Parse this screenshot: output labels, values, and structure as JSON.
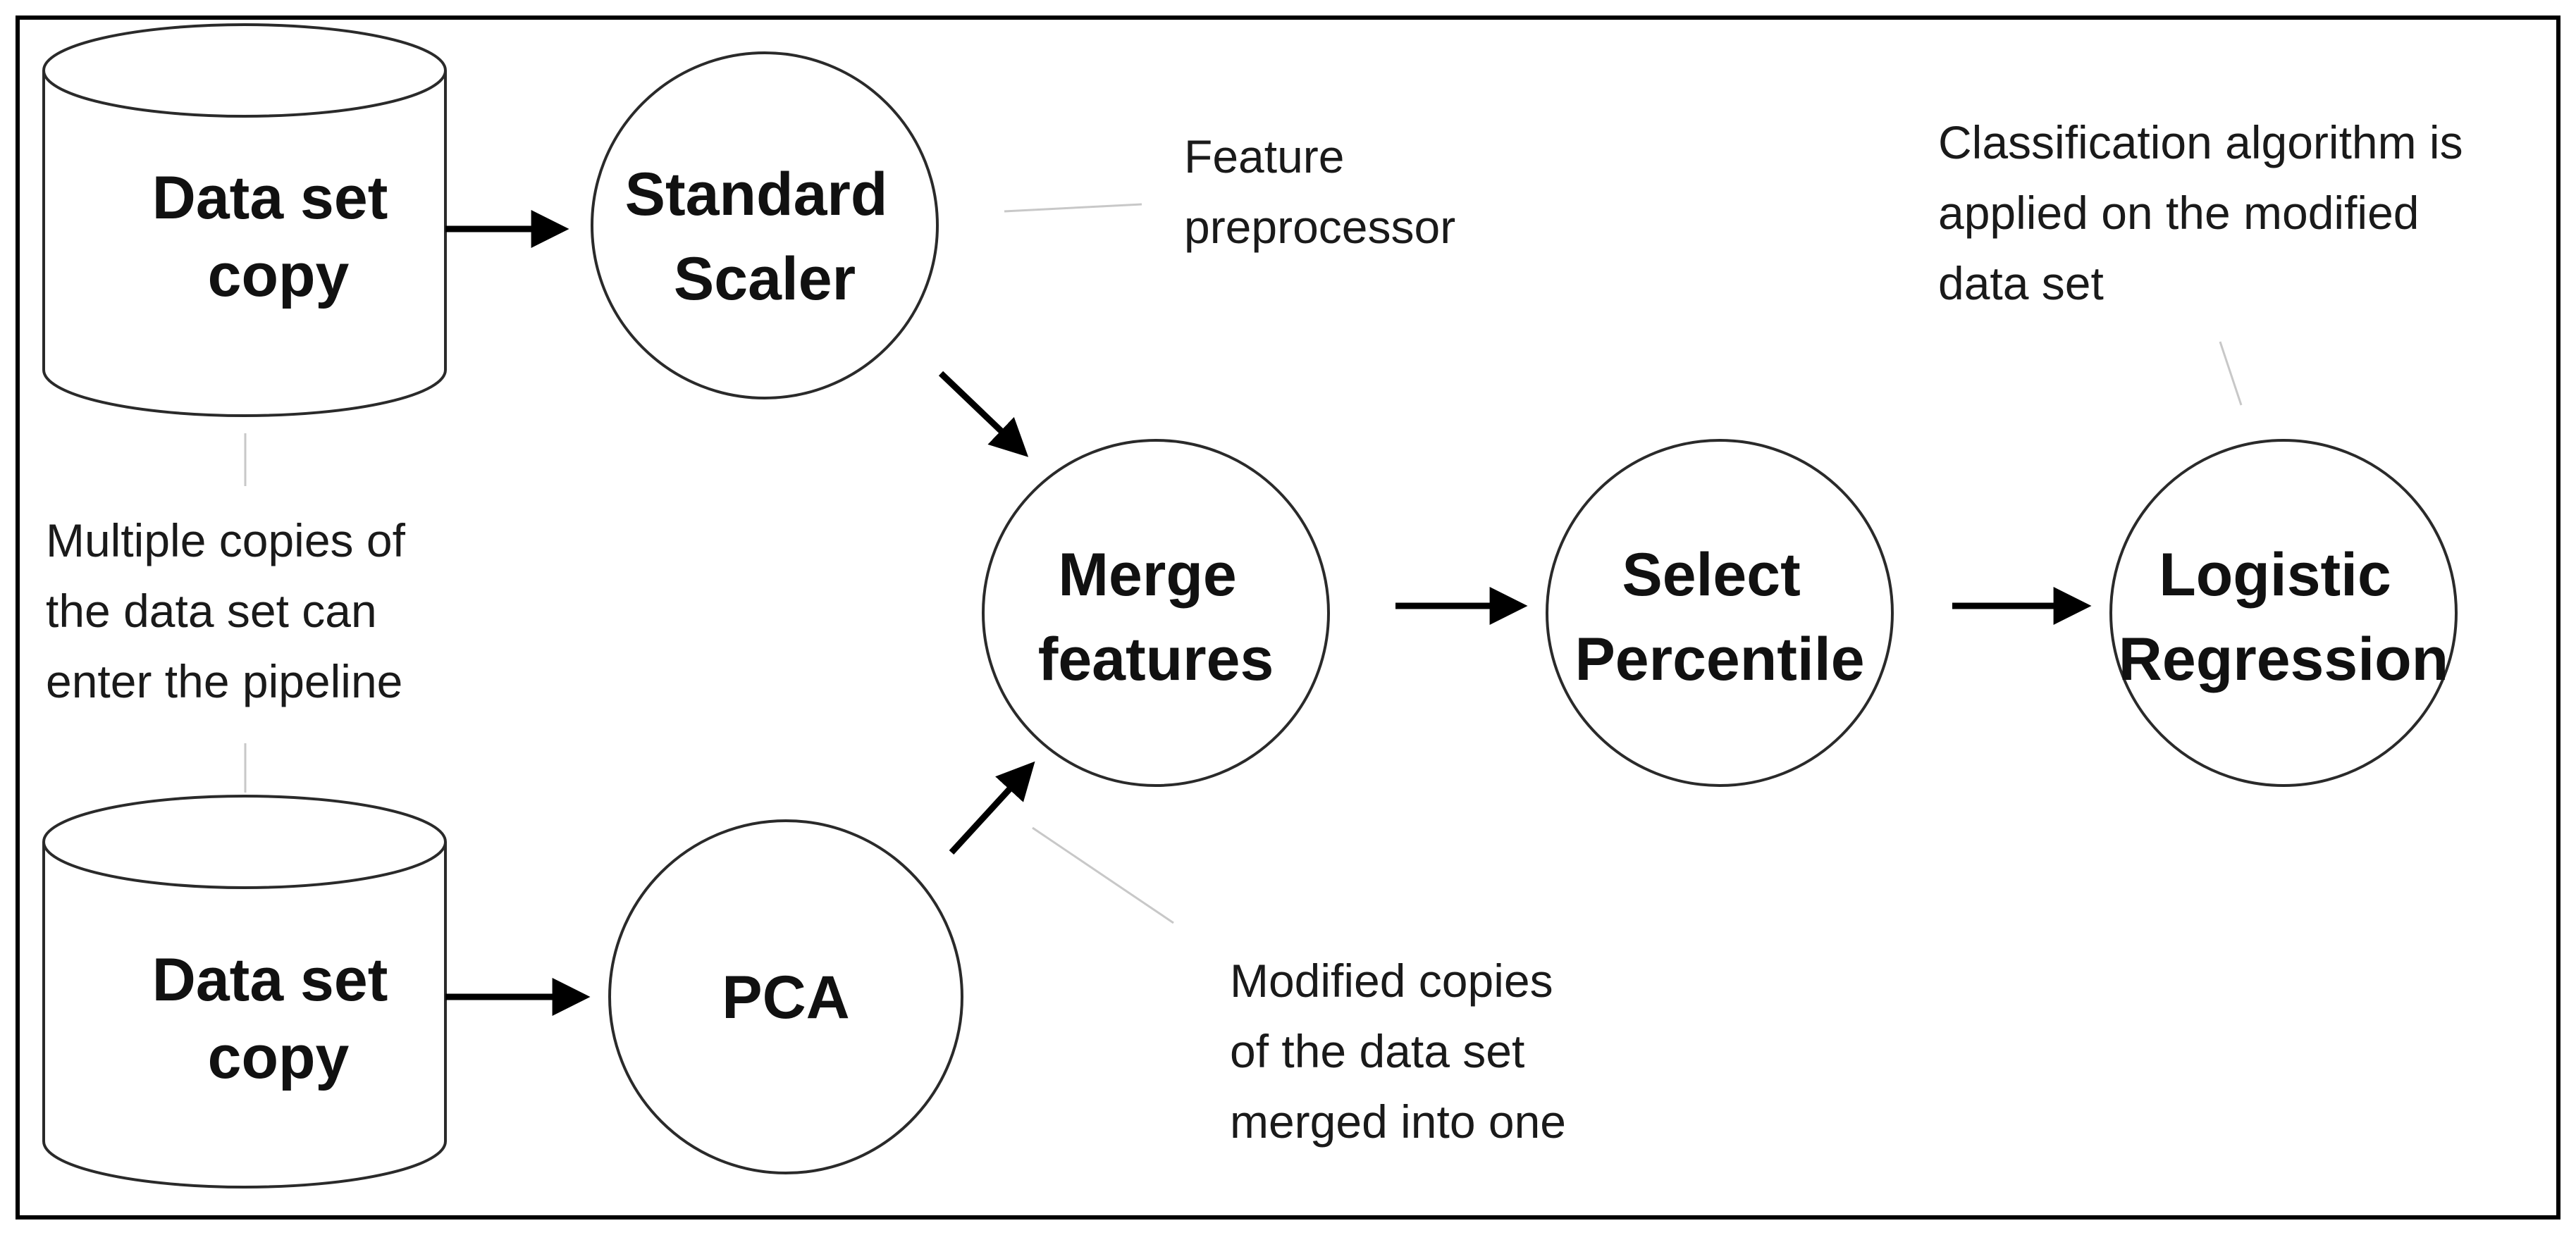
{
  "nodes": {
    "dataset_top": {
      "lines": [
        "Data set",
        "copy"
      ]
    },
    "dataset_bottom": {
      "lines": [
        "Data set",
        "copy"
      ]
    },
    "standard_scaler": {
      "lines": [
        "Standard",
        "Scaler"
      ]
    },
    "pca": {
      "lines": [
        "PCA"
      ]
    },
    "merge_features": {
      "lines": [
        "Merge",
        "features"
      ]
    },
    "select_percentile": {
      "lines": [
        "Select",
        "Percentile"
      ]
    },
    "logistic_regression": {
      "lines": [
        "Logistic",
        "Regression"
      ]
    }
  },
  "annotations": {
    "feature_preprocessor": {
      "lines": [
        "Feature",
        "preprocessor"
      ]
    },
    "classification": {
      "lines": [
        "Classification algorithm is",
        "applied on the modified",
        "data set"
      ]
    },
    "multiple_copies": {
      "lines": [
        "Multiple copies of",
        "the data set can",
        "enter the pipeline"
      ]
    },
    "modified_copies": {
      "lines": [
        "Modified copies",
        "of the data set",
        "merged into one"
      ]
    }
  }
}
